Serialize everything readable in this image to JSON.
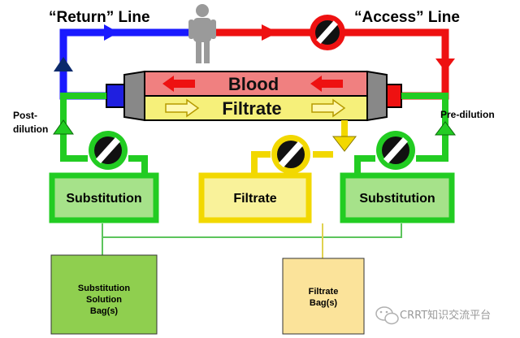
{
  "labels": {
    "return_line": "“Return” Line",
    "access_line": "“Access” Line",
    "blood": "Blood",
    "filtrate_channel": "Filtrate",
    "post_dilution_1": "Post-",
    "post_dilution_2": "dilution",
    "pre_dilution": "Pre-dilution",
    "substitution_left": "Substitution",
    "filtrate_box": "Filtrate",
    "substitution_right": "Substitution",
    "bag_substitution_1": "Substitution",
    "bag_substitution_2": "Solution",
    "bag_substitution_3": "Bag(s)",
    "bag_filtrate_1": "Filtrate",
    "bag_filtrate_2": "Bag(s)",
    "watermark": "CRRT知识交流平台"
  },
  "colors": {
    "return_line": "#1a1aff",
    "access_line": "#ee1111",
    "substitution_line": "#22cc22",
    "filtrate_line": "#f2d800",
    "blood_band": "#f08080",
    "filtrate_band": "#f6f07a",
    "substitution_fill": "#a6e28a",
    "filtrate_fill": "#f9f29a",
    "bag_substitution": "#8fcf4f",
    "bag_filtrate": "#fbe39a"
  },
  "icons": [
    "person-icon",
    "pump-icon",
    "flow-arrow-icon",
    "wechat-logo-icon"
  ]
}
